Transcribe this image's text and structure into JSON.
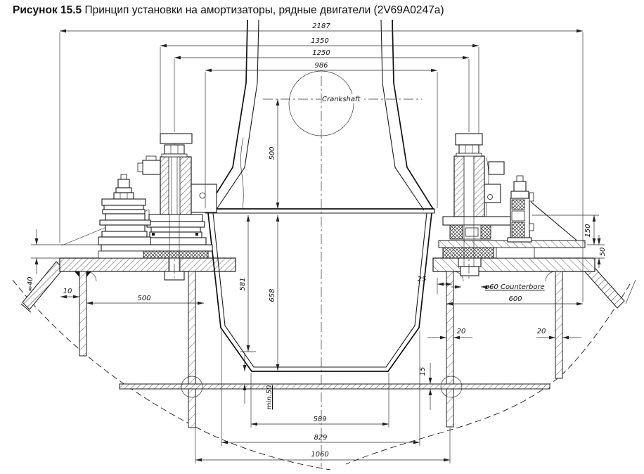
{
  "title": {
    "figure": "Рисунок 15.5 ",
    "text": "Принцип установки на амортизаторы, рядные двигатели (2V69A0247a)"
  },
  "drawing": {
    "labels": {
      "crankshaft": "Crankshaft",
      "counterbore": "ø60 Counterbore"
    },
    "dims": {
      "overall_width": "2187",
      "mount_outer": "1350",
      "bolt_centers": "1250",
      "flange_width": "986",
      "crank_to_flange": "500",
      "sump_depth_inner": "581",
      "sump_depth": "658",
      "clearance": "min.50",
      "sump_bottom": "589",
      "girder_span": "829",
      "opening": "1060",
      "approx40": "≈40",
      "ten": "10",
      "left_span": "500",
      "twentyfive": "25",
      "right_span": "600",
      "web_a": "20",
      "web_b": "20",
      "floor_thk": "15",
      "bracket_h": "150",
      "plate_h": "50"
    }
  }
}
